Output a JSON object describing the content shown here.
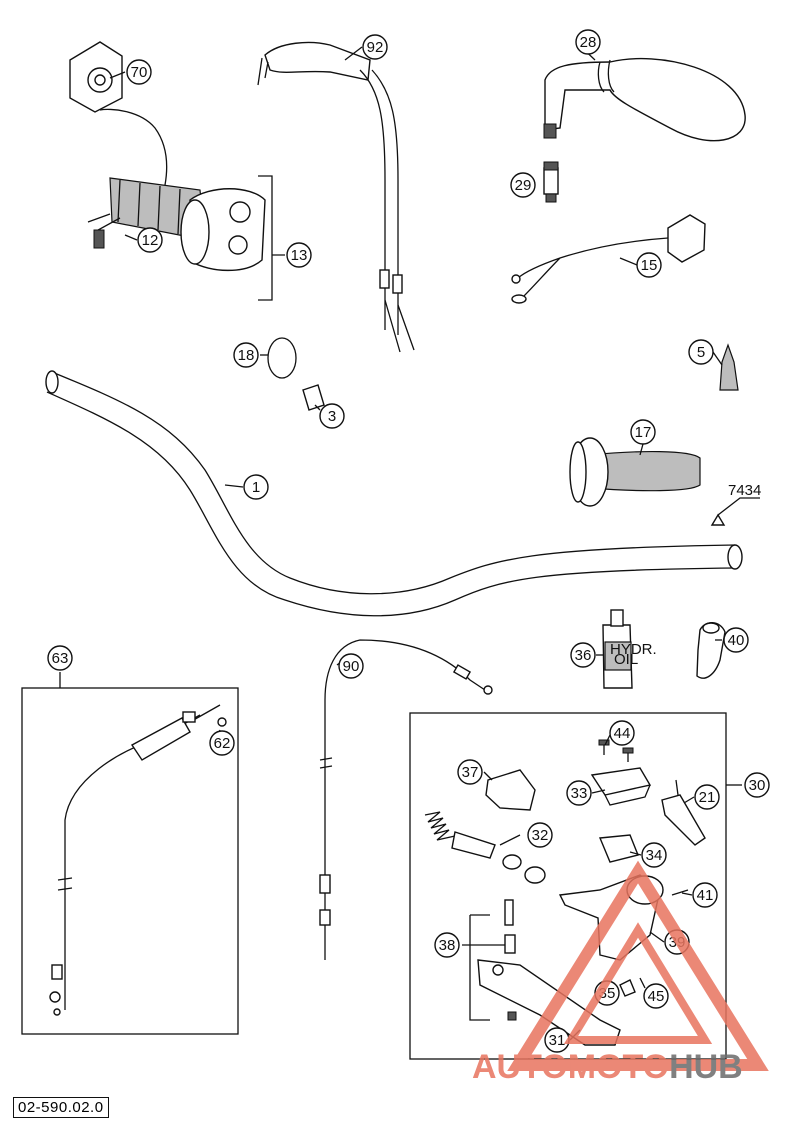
{
  "diagram": {
    "document_number": "02-590.02.0",
    "callouts": [
      {
        "id": "c70",
        "label": "70"
      },
      {
        "id": "c12",
        "label": "12"
      },
      {
        "id": "c13",
        "label": "13"
      },
      {
        "id": "c92",
        "label": "92"
      },
      {
        "id": "c28",
        "label": "28"
      },
      {
        "id": "c29",
        "label": "29"
      },
      {
        "id": "c15",
        "label": "15"
      },
      {
        "id": "c18",
        "label": "18"
      },
      {
        "id": "c3",
        "label": "3"
      },
      {
        "id": "c5",
        "label": "5"
      },
      {
        "id": "c17",
        "label": "17"
      },
      {
        "id": "c1",
        "label": "1"
      },
      {
        "id": "c63",
        "label": "63"
      },
      {
        "id": "c62",
        "label": "62"
      },
      {
        "id": "c90",
        "label": "90"
      },
      {
        "id": "c36",
        "label": "36"
      },
      {
        "id": "c40",
        "label": "40"
      },
      {
        "id": "c30",
        "label": "30"
      },
      {
        "id": "c44",
        "label": "44"
      },
      {
        "id": "c37",
        "label": "37"
      },
      {
        "id": "c33",
        "label": "33"
      },
      {
        "id": "c21",
        "label": "21"
      },
      {
        "id": "c32",
        "label": "32"
      },
      {
        "id": "c34",
        "label": "34"
      },
      {
        "id": "c41",
        "label": "41"
      },
      {
        "id": "c39",
        "label": "39"
      },
      {
        "id": "c38",
        "label": "38"
      },
      {
        "id": "c35",
        "label": "35"
      },
      {
        "id": "c45",
        "label": "45"
      },
      {
        "id": "c31",
        "label": "31"
      }
    ],
    "tool_code": "7434",
    "bottle_label_line1": "HYDR.",
    "bottle_label_line2": "OIL",
    "watermark": {
      "part1": "AUTOMOTO",
      "part2": "HUB",
      "red": "#e8745f",
      "dark": "#6b6b6b"
    }
  }
}
